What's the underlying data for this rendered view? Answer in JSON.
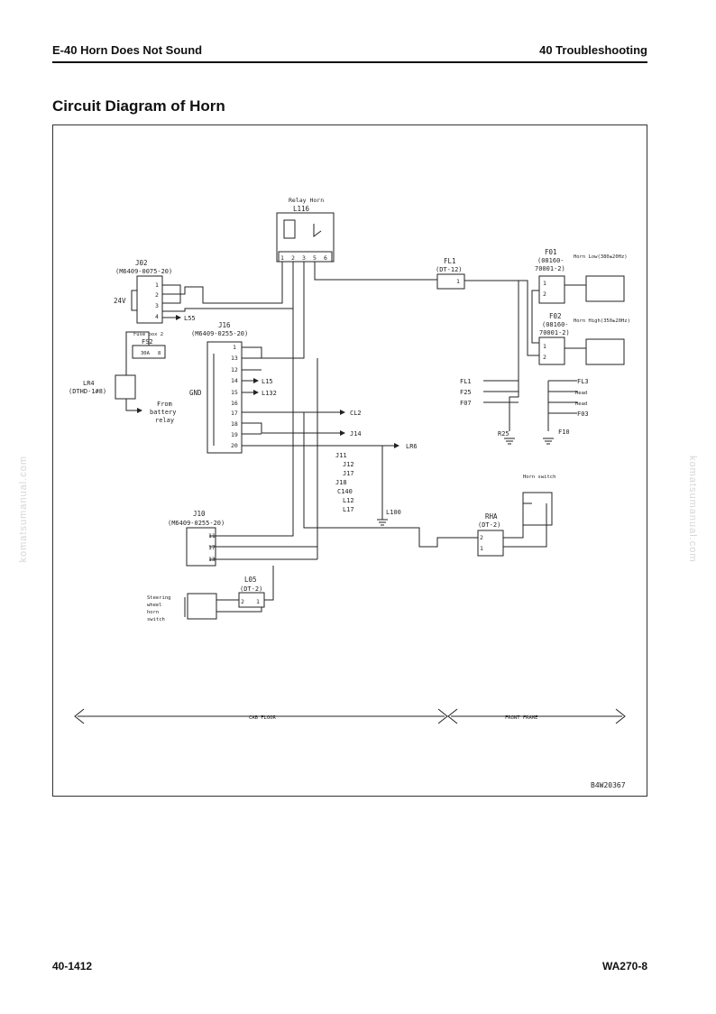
{
  "header": {
    "left": "E-40 Horn Does Not Sound",
    "right": "40 Troubleshooting"
  },
  "title": "Circuit Diagram of Horn",
  "footer": {
    "left": "40-1412",
    "right": "WA270-8"
  },
  "watermark": "komatsumanual.com",
  "diagram": {
    "relay_title": "Relay Horn",
    "relay_id": "L116",
    "relay_pins": [
      "1",
      "2",
      "3",
      "5",
      "6"
    ],
    "j02": {
      "id": "J02",
      "part": "(M6409-0075-20)",
      "pins": [
        "1",
        "2",
        "3",
        "4"
      ],
      "voltage": "24V"
    },
    "l55": "L55",
    "fusebox": {
      "title": "Fuse box 2",
      "id": "FS2",
      "rating": "30A",
      "pin": "8"
    },
    "lr4": {
      "id": "LR4",
      "part": "(DTHD-1#8)"
    },
    "from_battery": [
      "From",
      "battery",
      "relay"
    ],
    "j16": {
      "id": "J16",
      "part": "(M6409-0255-20)",
      "pins": [
        "1",
        "13",
        "12",
        "14",
        "15",
        "16",
        "17",
        "18",
        "19",
        "20"
      ],
      "gnd": "GND"
    },
    "l15": "L15",
    "l132": "L132",
    "cl2": "CL2",
    "j14": "J14",
    "lr6": "LR6",
    "ground_list": [
      "J11",
      "J12",
      "J17",
      "J18",
      "C140",
      "L12",
      "L17"
    ],
    "l100": "L100",
    "fl1": {
      "id": "FL1",
      "part": "(DT-12)",
      "pin": "1"
    },
    "f01": {
      "id": "F01",
      "part1": "(08160-",
      "part2": "70001-2)",
      "pins": [
        "1",
        "2"
      ],
      "horn": "Horn Low(380±20Hz)"
    },
    "f02": {
      "id": "F02",
      "part1": "(08160-",
      "part2": "70001-2)",
      "pins": [
        "1",
        "2"
      ],
      "horn": "Horn High(350±20Hz)"
    },
    "left_conns": [
      "FL1",
      "F25",
      "F07"
    ],
    "right_conns": [
      "FL3",
      "Head",
      "Head",
      "F03"
    ],
    "r25": "R25",
    "f10": "F10",
    "j10": {
      "id": "J10",
      "part": "(M6409-0255-20)",
      "pins": [
        "11",
        "17",
        "13"
      ]
    },
    "rha": {
      "id": "RHA",
      "part": "(DT-2)",
      "pins": [
        "2",
        "1"
      ]
    },
    "horn_switch": "Horn switch",
    "l05": {
      "id": "L05",
      "part": "(DT-2)",
      "pins": [
        "2",
        "1"
      ]
    },
    "steering": [
      "Steering",
      "wheel",
      "horn",
      "switch"
    ],
    "cab_floor": "CAB FLOOR",
    "front_frame": "FRONT FRAME",
    "drawing_no": "B4W20367"
  }
}
